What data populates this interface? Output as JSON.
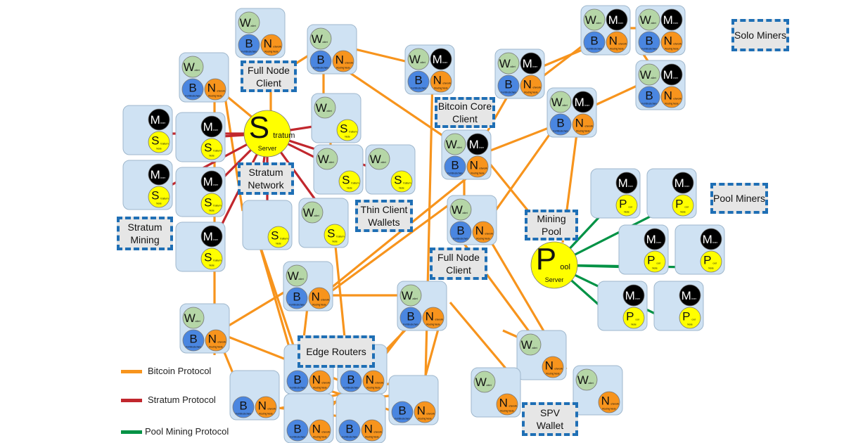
{
  "components": {
    "wallet": {
      "main": "W",
      "sub": "allet",
      "color": "#b5d6a7"
    },
    "blockchain": {
      "main": "B",
      "caption": "Full Blockchain",
      "color": "#4a86e0"
    },
    "network": {
      "main": "N",
      "sub": "etwork",
      "caption": "Routing Node",
      "color": "#f7941d"
    },
    "miner": {
      "main": "M",
      "sub": "iner",
      "color": "#000000"
    },
    "stratum": {
      "main": "S",
      "sub": "tratum",
      "caption": "Node",
      "color": "#ffff00"
    },
    "pool": {
      "main": "P",
      "sub": "ool",
      "caption": "Node",
      "color": "#ffff00"
    }
  },
  "servers": {
    "stratum": {
      "main": "S",
      "sub": "tratum",
      "caption": "Server"
    },
    "pool": {
      "main": "P",
      "sub": "ool",
      "caption": "Server"
    }
  },
  "labels": {
    "full_node_client_top": "Full Node\nClient",
    "bitcoin_core_client": "Bitcoin Core\nClient",
    "solo_miners": "Solo Miners",
    "stratum_network": "Stratum\nNetwork",
    "thin_client_wallets": "Thin Client\nWallets",
    "stratum_mining": "Stratum\nMining",
    "mining_pool": "Mining Pool",
    "pool_miners": "Pool Miners",
    "full_node_client_mid": "Full Node\nClient",
    "edge_routers": "Edge Routers",
    "spv_wallet": "SPV\nWallet"
  },
  "legend": [
    {
      "label": "Bitcoin Protocol",
      "color": "#f7941d"
    },
    {
      "label": "Stratum Protocol",
      "color": "#c1272d"
    },
    {
      "label": "Pool Mining Protocol",
      "color": "#009245"
    }
  ],
  "colors": {
    "node_box": "#cfe2f3",
    "node_border": "#9fb7cc",
    "label_border": "#1f6fb5",
    "label_fill": "#e6e6e6"
  }
}
